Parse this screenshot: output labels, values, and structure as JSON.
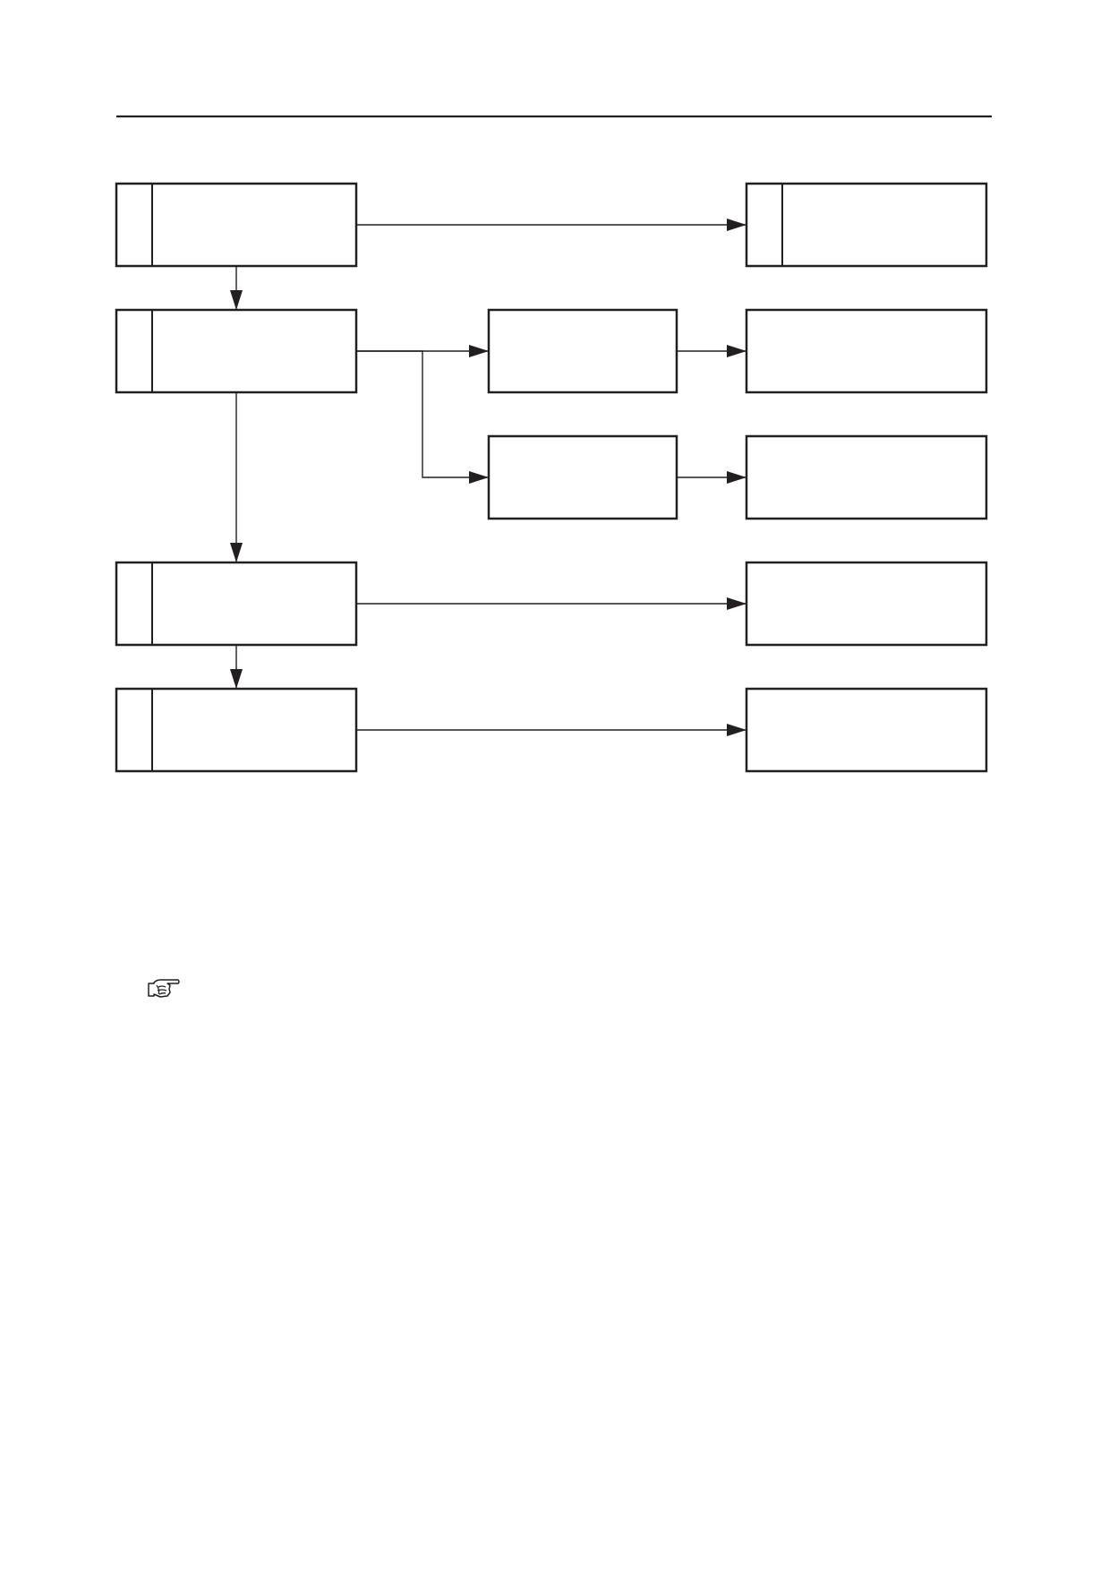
{
  "page": {
    "ink_color": "#231f20",
    "background_color": "#ffffff"
  },
  "flowchart": {
    "boxes": [
      {
        "id": "step-1",
        "label": "",
        "has_step_column": true
      },
      {
        "id": "result-1",
        "label": "",
        "has_step_column": true
      },
      {
        "id": "step-2",
        "label": "",
        "has_step_column": true
      },
      {
        "id": "branch-a",
        "label": "",
        "has_step_column": false
      },
      {
        "id": "result-a",
        "label": "",
        "has_step_column": false
      },
      {
        "id": "branch-b",
        "label": "",
        "has_step_column": false
      },
      {
        "id": "result-b",
        "label": "",
        "has_step_column": false
      },
      {
        "id": "step-3",
        "label": "",
        "has_step_column": true
      },
      {
        "id": "result-3",
        "label": "",
        "has_step_column": false
      },
      {
        "id": "step-4",
        "label": "",
        "has_step_column": true
      },
      {
        "id": "result-4",
        "label": "",
        "has_step_column": false
      }
    ],
    "connections": [
      {
        "from": "step-1",
        "to": "result-1"
      },
      {
        "from": "step-1",
        "to": "step-2"
      },
      {
        "from": "step-2",
        "to": "branch-a"
      },
      {
        "from": "step-2",
        "to": "branch-b"
      },
      {
        "from": "branch-a",
        "to": "result-a"
      },
      {
        "from": "branch-b",
        "to": "result-b"
      },
      {
        "from": "step-2",
        "to": "step-3"
      },
      {
        "from": "step-3",
        "to": "result-3"
      },
      {
        "from": "step-3",
        "to": "step-4"
      },
      {
        "from": "step-4",
        "to": "result-4"
      }
    ]
  },
  "note": {
    "icon": "pointing-hand-icon",
    "text": ""
  }
}
